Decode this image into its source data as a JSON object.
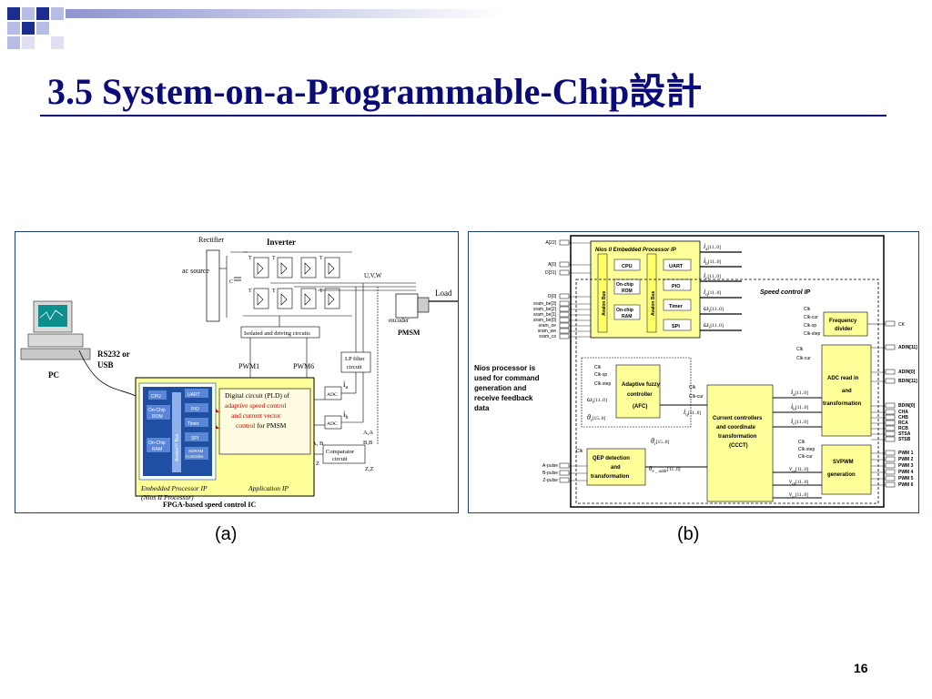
{
  "slide": {
    "title": "3.5 System-on-a-Programmable-Chip設計",
    "page_number": "16",
    "colors": {
      "title": "#0a0a78",
      "deco_blue": "#1e2b8f",
      "deco_light": "#b8bde6",
      "panel_b_border": "#4a6fb5"
    }
  },
  "figure_a": {
    "caption": "(a)",
    "rectifier": "Rectifier",
    "inverter": "Inverter",
    "ac_source": "ac source",
    "load": "Load",
    "uvw": "U,V,W",
    "encoder": "encoder",
    "pmsm": "PMSM",
    "isolated": "Isolated and driving circuits",
    "rs232": "RS232 or",
    "usb": "USB",
    "pc": "PC",
    "pwm1": "PWM1",
    "pwm6": "PWM6",
    "lp_filter_1": "LP filter",
    "lp_filter_2": "circuit",
    "ia": "i",
    "ia_sub": "a",
    "ib": "i",
    "ib_sub": "b",
    "adc": "ADC",
    "ab": "A, B",
    "z": "Z",
    "comparator_1": "Comparator",
    "comparator_2": "circuit",
    "a_abar": "A,A",
    "b_bbar": "B,B",
    "z_zbar": "Z,Z",
    "digital_1": "Digital circuit (PLD) of",
    "digital_2": "adaptive speed control",
    "digital_3": "and current vector",
    "digital_4": "control",
    "digital_4b": " for PMSM",
    "cpu": "CPU",
    "uart": "UART",
    "onchip_rom_1": "On-Chip",
    "onchip_rom_2": "ROM",
    "pio": "PIO",
    "timer": "Timer",
    "spi": "SPI",
    "onchip_ram_1": "On-Chip",
    "onchip_ram_2": "RAM",
    "sdram_1": "SDRAM",
    "sdram_2": "Controller",
    "avalon_bus": "Avalon™ Bus",
    "embedded_ip_1": "Embedded Processor IP",
    "embedded_ip_2": "(Nios II Processor)",
    "application_ip": "Application IP",
    "fpga_ic": "FPGA-based speed control IC",
    "cap": "C",
    "switches": [
      "T",
      "T",
      "T",
      "T",
      "T",
      "T"
    ]
  },
  "figure_b": {
    "caption": "(b)",
    "nios_title": "Nios II Embedded Processor IP",
    "cpu": "CPU",
    "uart": "UART",
    "onchip_rom_1": "On-chip",
    "onchip_rom_2": "ROM",
    "pio": "PIO",
    "onchip_ram_1": "On-chip",
    "onchip_ram_2": "RAM",
    "timer": "Timer",
    "spi": "SPI",
    "avalon_bus": "Avalon Bus",
    "addr_pins": [
      "A[22]",
      "A[0]",
      "D[31]",
      "D[0]",
      "sram_be[3]",
      "sram_be[2]",
      "sram_be[1]",
      "sram_be[0]",
      "sram_oe",
      "sram_we",
      "sram_cs"
    ],
    "nios_outputs": [
      {
        "sym": "i",
        "sub": "a",
        "bus": "[11..0]"
      },
      {
        "sym": "i",
        "sub": "b",
        "bus": "[11..0]"
      },
      {
        "sym": "i",
        "sub": "c",
        "bus": "[11..0]"
      },
      {
        "sym": "i",
        "sub": "q",
        "bus": "[11..0]"
      },
      {
        "sym": "ω",
        "sub": "r",
        "bus": "[11..0]"
      },
      {
        "sym": "ω",
        "sub": "r",
        "bus": "[11..0]"
      }
    ],
    "speed_ip": "Speed control IP",
    "clk": "Clk",
    "clk_cur": "Clk-cur",
    "clk_sp": "Clk-sp",
    "clk_step": "Clk-step",
    "freq_div_1": "Frequency",
    "freq_div_2": "divider",
    "ck": "CK",
    "nios_note_1": "Nios processor is",
    "nios_note_2": "used for command",
    "nios_note_3": "generation and",
    "nios_note_4": "receive feedback",
    "nios_note_5": "data",
    "afc_1": "Adaptive fuzzy",
    "afc_2": "controller",
    "afc_3": "(AFC)",
    "ccct_1": "Current controllers",
    "ccct_2": "and coordinate",
    "ccct_3": "transformation",
    "ccct_4": "(CCCT)",
    "adc_1": "ADC read in",
    "adc_2": "and",
    "adc_3": "transformation",
    "svpwm_1": "SVPWM",
    "svpwm_2": "generation",
    "qep_1": "QEP detection",
    "qep_2": "and",
    "qep_3": "transformation",
    "pulses": [
      "A-pulse",
      "B-pulse",
      "Z-pulse"
    ],
    "adc_pins": [
      "ADIN[11]",
      "ADIN[0]",
      "BDIN[11]",
      "BDIN[0]",
      "CHA",
      "CHB",
      "RCA",
      "RCB",
      "STSA",
      "STSB"
    ],
    "pwm_pins": [
      "PWM 1",
      "PWM 2",
      "PWM 3",
      "PWM 4",
      "PWM 5",
      "PWM 6"
    ],
    "omega_afc": "[11..0]",
    "theta_afc": "[15..0]",
    "iq_star": "[11..0]",
    "theta_r": "[15..0]",
    "theta_addr": "θ",
    "theta_addr_sub": "e _ addr",
    "theta_addr_bus": "[11..0]",
    "ia_in": "[11..0]",
    "ib_in": "[11..0]",
    "ic_in": "[11..0]",
    "v_alpha": "[11..0]",
    "v_beta": "[11..0]",
    "v_gamma": "[11..0]"
  }
}
